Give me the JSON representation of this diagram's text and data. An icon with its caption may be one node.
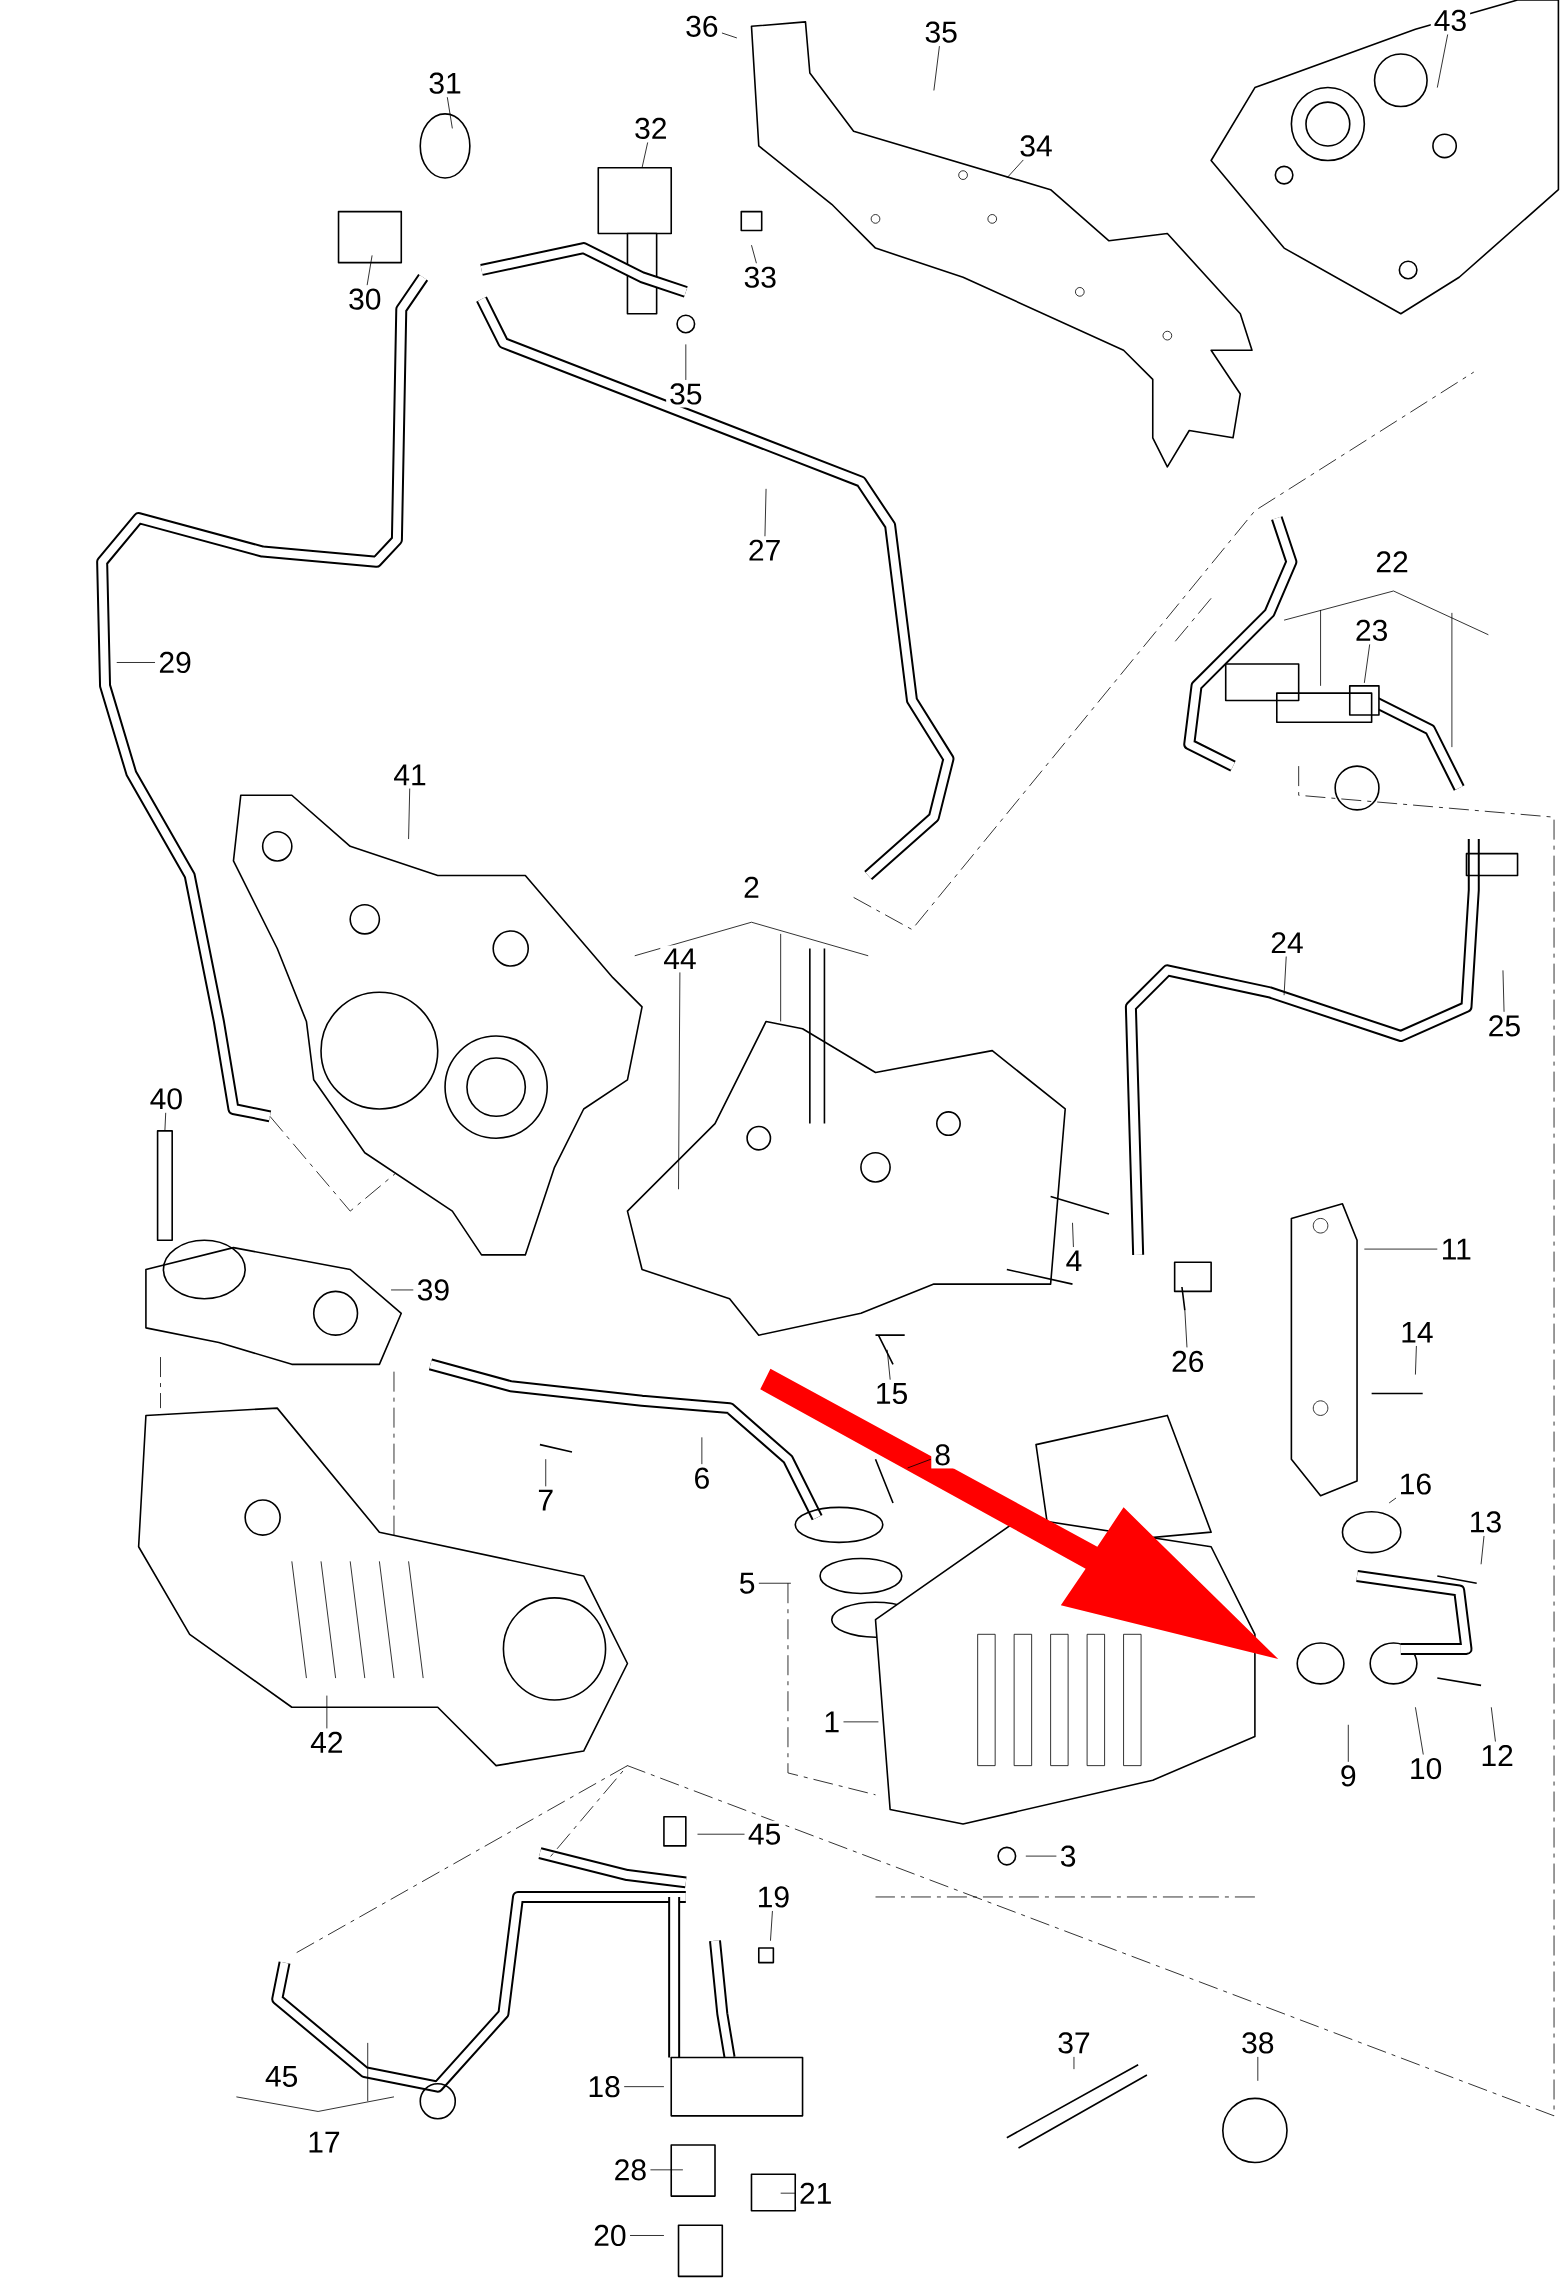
{
  "diagram": {
    "nodes": [
      {
        "text": [
          "36"
        ]
      },
      {
        "text": [
          "35"
        ]
      },
      {
        "text": [
          "31"
        ]
      },
      {
        "text": [
          "32"
        ]
      },
      {
        "text": [
          "34"
        ]
      },
      {
        "text": [
          "43"
        ]
      },
      {
        "text": [
          "30"
        ]
      },
      {
        "text": [
          "33"
        ]
      },
      {
        "text": [
          "35"
        ]
      },
      {
        "text": [
          "27"
        ]
      },
      {
        "text": [
          "29"
        ]
      },
      {
        "text": [
          "23"
        ]
      },
      {
        "text": [
          "41"
        ]
      },
      {
        "text": [
          "44"
        ]
      },
      {
        "text": [
          "24"
        ]
      },
      {
        "text": [
          "25"
        ]
      },
      {
        "text": [
          "40"
        ]
      },
      {
        "text": [
          "4"
        ]
      },
      {
        "text": [
          "11"
        ]
      },
      {
        "text": [
          "39"
        ]
      },
      {
        "text": [
          "14"
        ]
      },
      {
        "text": [
          "26"
        ]
      },
      {
        "text": [
          "15"
        ]
      },
      {
        "text": [
          "7"
        ]
      },
      {
        "text": [
          "6"
        ]
      },
      {
        "text": [
          "8"
        ]
      },
      {
        "text": [
          "16"
        ]
      },
      {
        "text": [
          "13"
        ]
      },
      {
        "text": [
          "5"
        ]
      },
      {
        "text": [
          "1"
        ]
      },
      {
        "text": [
          "9"
        ]
      },
      {
        "text": [
          "10"
        ]
      },
      {
        "text": [
          "12"
        ]
      },
      {
        "text": [
          "42"
        ]
      },
      {
        "text": [
          "3"
        ]
      },
      {
        "text": [
          "45"
        ]
      },
      {
        "text": [
          "19"
        ]
      },
      {
        "text": [
          "18"
        ]
      },
      {
        "text": [
          "37"
        ]
      },
      {
        "text": [
          "38"
        ]
      },
      {
        "text": [
          "28"
        ]
      },
      {
        "text": [
          "21"
        ]
      },
      {
        "text": [
          "20"
        ]
      }
    ],
    "edges": [
      {
        "from": 0,
        "to": null,
        "arrow": "none"
      },
      {
        "from": 1,
        "to": null,
        "arrow": "none"
      },
      {
        "from": 2,
        "to": null,
        "arrow": "none"
      },
      {
        "from": 3,
        "to": null,
        "arrow": "none"
      },
      {
        "from": 4,
        "to": null,
        "arrow": "none"
      },
      {
        "from": 5,
        "to": null,
        "arrow": "none"
      },
      {
        "from": 6,
        "to": null,
        "arrow": "none"
      },
      {
        "from": 7,
        "to": null,
        "arrow": "none"
      },
      {
        "from": 8,
        "to": null,
        "arrow": "none"
      },
      {
        "from": 9,
        "to": null,
        "arrow": "none"
      },
      {
        "from": 10,
        "to": null,
        "arrow": "none"
      },
      {
        "from": 11,
        "to": null,
        "arrow": "none"
      },
      {
        "from": 12,
        "to": null,
        "arrow": "none"
      },
      {
        "from": 13,
        "to": null,
        "arrow": "none"
      },
      {
        "from": 14,
        "to": null,
        "arrow": "none"
      },
      {
        "from": 15,
        "to": null,
        "arrow": "none"
      },
      {
        "from": 16,
        "to": null,
        "arrow": "none"
      },
      {
        "from": 17,
        "to": null,
        "arrow": "none"
      },
      {
        "from": 18,
        "to": null,
        "arrow": "none"
      },
      {
        "from": 19,
        "to": null,
        "arrow": "none"
      },
      {
        "from": 20,
        "to": null,
        "arrow": "none"
      },
      {
        "from": 21,
        "to": null,
        "arrow": "none"
      },
      {
        "from": 22,
        "to": null,
        "arrow": "none"
      },
      {
        "from": 23,
        "to": null,
        "arrow": "none"
      },
      {
        "from": 24,
        "to": null,
        "arrow": "none"
      },
      {
        "from": 25,
        "to": null,
        "arrow": "none"
      },
      {
        "from": 26,
        "to": null,
        "arrow": "none"
      },
      {
        "from": 27,
        "to": null,
        "arrow": "none"
      },
      {
        "from": 28,
        "to": null,
        "arrow": "none"
      },
      {
        "from": 29,
        "to": null,
        "arrow": "none"
      },
      {
        "from": 30,
        "to": null,
        "arrow": "none"
      },
      {
        "from": 31,
        "to": null,
        "arrow": "none"
      },
      {
        "from": 32,
        "to": null,
        "arrow": "none"
      },
      {
        "from": 33,
        "to": null,
        "arrow": "none"
      },
      {
        "from": 34,
        "to": null,
        "arrow": "none"
      },
      {
        "from": 35,
        "to": null,
        "arrow": "none"
      },
      {
        "from": 36,
        "to": null,
        "arrow": "none"
      },
      {
        "from": 37,
        "to": null,
        "arrow": "none"
      },
      {
        "from": 38,
        "to": null,
        "arrow": "none"
      },
      {
        "from": 39,
        "to": null,
        "arrow": "none"
      },
      {
        "from": 40,
        "to": null,
        "arrow": "none"
      },
      {
        "from": 41,
        "to": null,
        "arrow": "none"
      },
      {
        "from": 42,
        "to": null,
        "arrow": "none"
      }
    ],
    "labels": [
      "22",
      "2",
      "45",
      "17"
    ]
  }
}
